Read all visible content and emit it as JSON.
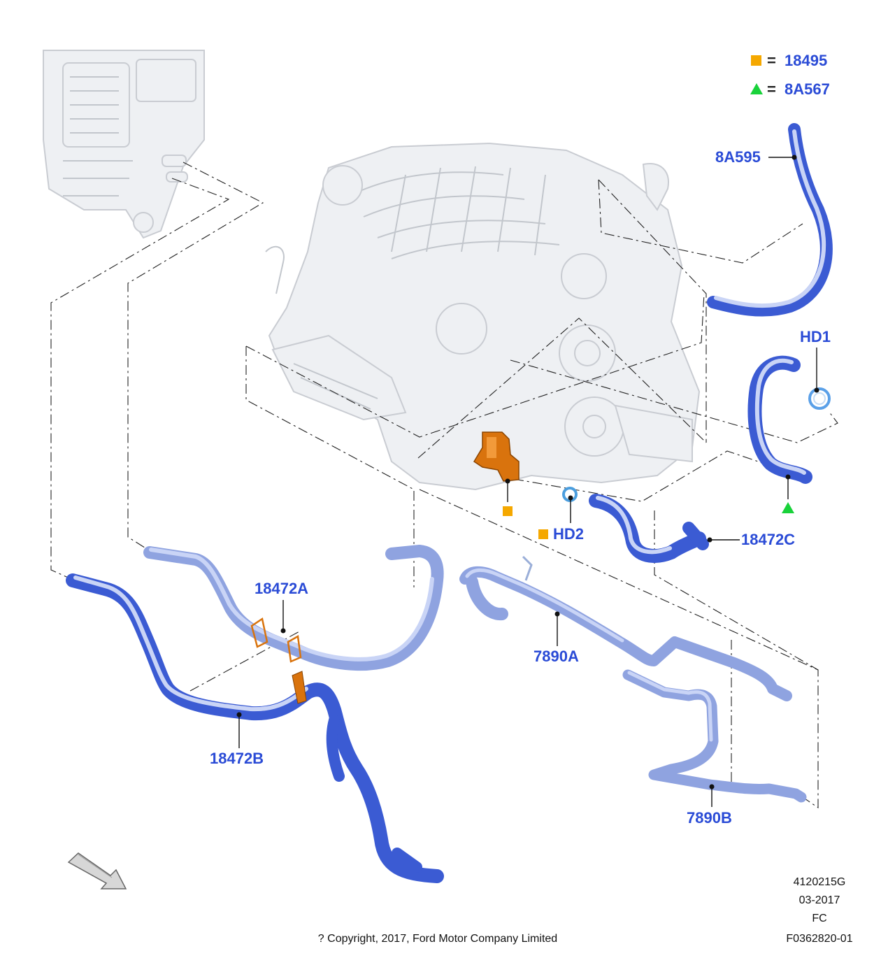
{
  "legend": [
    {
      "symbol": "square",
      "color": "#f5a800",
      "equals": "=",
      "part": "18495"
    },
    {
      "symbol": "triangle",
      "color": "#19d23a",
      "equals": "=",
      "part": "8A567"
    }
  ],
  "callouts": {
    "8A595": "8A595",
    "HD1": "HD1",
    "HD2": "HD2",
    "18472C": "18472C",
    "18472A": "18472A",
    "18472B": "18472B",
    "7890A": "7890A",
    "7890B": "7890B"
  },
  "markers": {
    "square_color": "#f5a800",
    "triangle_color": "#19d23a",
    "hose_color": "#3b5bd3",
    "bracket_color": "#d9730d"
  },
  "footer": {
    "illustration_number": "4120215G",
    "date": "03-2017",
    "code": "FC",
    "reference": "F0362820-01",
    "copyright": "? Copyright, 2017, Ford Motor Company Limited"
  }
}
